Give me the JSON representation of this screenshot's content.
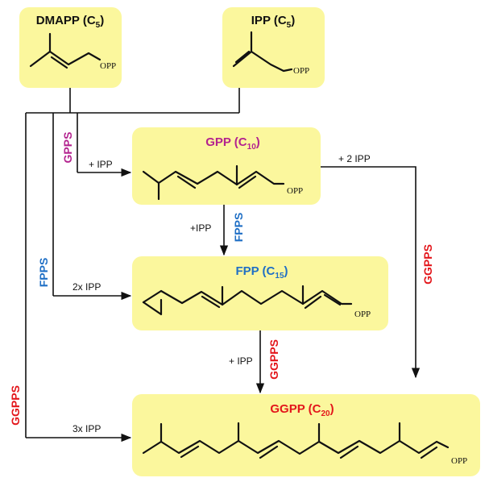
{
  "colors": {
    "box": "#fbf79d",
    "gpps": "#b3238f",
    "fpps": "#1f6fc5",
    "ggpps": "#e3161b",
    "line": "#111111"
  },
  "compounds": {
    "dmapp": {
      "name": "DMAPP (C",
      "sub": "5",
      "close": ")",
      "group": "OPP"
    },
    "ipp": {
      "name": "IPP (C",
      "sub": "5",
      "close": ")",
      "group": "OPP"
    },
    "gpp": {
      "name": "GPP (C",
      "sub": "10",
      "close": ")",
      "group": "OPP"
    },
    "fpp": {
      "name": "FPP (C",
      "sub": "15",
      "close": ")",
      "group": "OPP"
    },
    "ggpp": {
      "name": "GGPP (C",
      "sub": "20",
      "close": ")",
      "group": "OPP"
    }
  },
  "enzymes": {
    "gpps": "GPPS",
    "fpps_left": "FPPS",
    "fpps_mid": "FPPS",
    "ggpps_right": "GGPPS",
    "ggpps_mid": "GGPPS",
    "ggpps_left": "GGPPS"
  },
  "additions": {
    "to_gpp": "+ IPP",
    "gpp_to_fpp": "+IPP",
    "to_fpp": "2x IPP",
    "fpp_to_ggpp": "+ IPP",
    "gpp_to_ggpp": "+ 2 IPP",
    "to_ggpp": "3x IPP"
  }
}
